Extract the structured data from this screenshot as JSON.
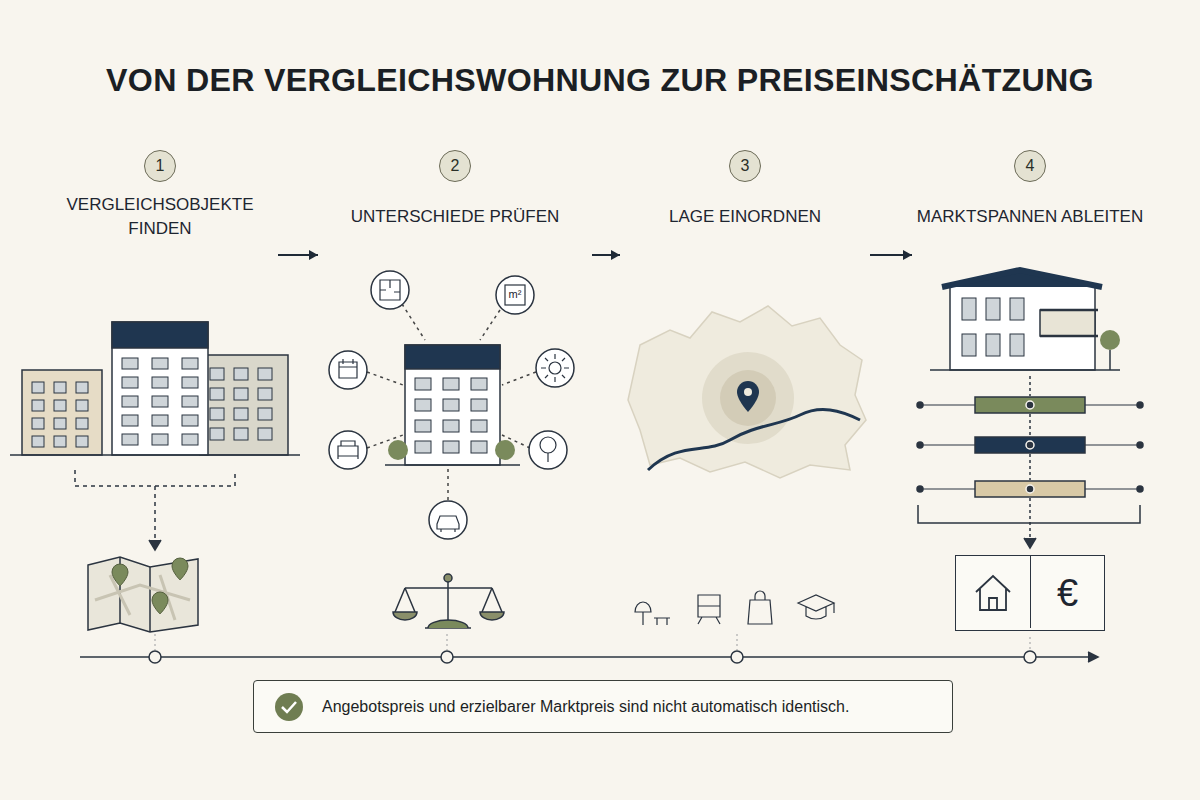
{
  "diagram": {
    "title": "VON DER VERGLEICHSWOHNUNG ZUR PREISEINSCHÄTZUNG",
    "nodes": [
      {
        "text": [
          "1",
          "VERGLEICHSOBJEKTE FINDEN"
        ]
      },
      {
        "text": [
          "2",
          "UNTERSCHIEDE PRÜFEN"
        ]
      },
      {
        "text": [
          "3",
          "LAGE EINORDNEN"
        ]
      },
      {
        "text": [
          "4",
          "MARKTSPANNEN ABLEITEN"
        ]
      },
      {
        "text": [
          "€"
        ]
      },
      {
        "text": [
          "Angebotspreis und erzielbarer Marktpreis sind nicht automatisch identisch."
        ]
      }
    ],
    "edges": [
      {
        "from": 0,
        "to": 1,
        "arrow": "to"
      },
      {
        "from": 1,
        "to": 2,
        "arrow": "to"
      },
      {
        "from": 2,
        "to": 3,
        "arrow": "to"
      }
    ],
    "labels": [
      "m²"
    ]
  }
}
